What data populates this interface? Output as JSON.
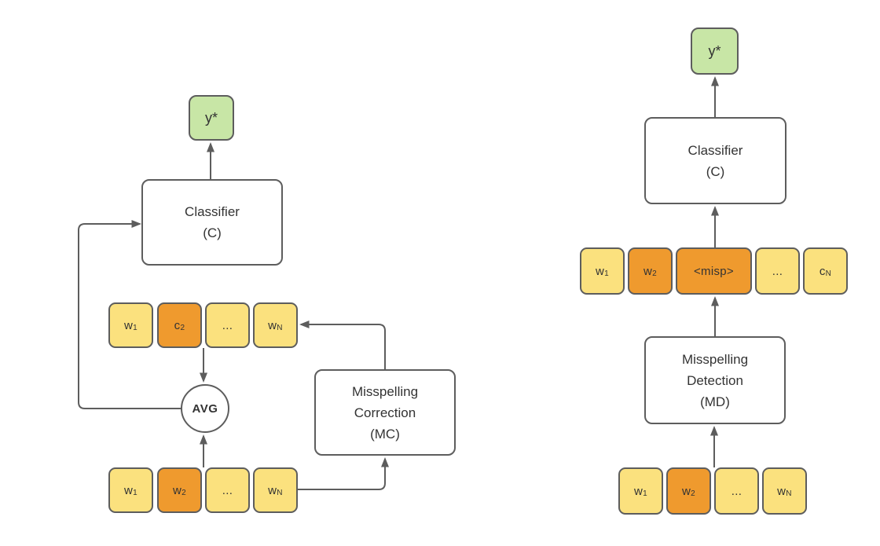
{
  "colors": {
    "token_yellow": "#FBE17E",
    "token_orange": "#EF9A2E",
    "output_green": "#C8E6A6",
    "stroke_gray": "#5D5D5D",
    "text_dark": "#333333",
    "node_white": "#FFFFFF",
    "background": "#FFFFFF"
  },
  "left": {
    "output_label": "y*",
    "classifier_line1": "Classifier",
    "classifier_line2": "(C)",
    "avg_label": "AVG",
    "mc_line1": "Misspelling",
    "mc_line2": "Correction",
    "mc_line3": "(MC)",
    "corrected_row": [
      {
        "base": "w",
        "sub": "1"
      },
      {
        "base": "c",
        "sub": "2"
      },
      {
        "base": "...",
        "sub": ""
      },
      {
        "base": "w",
        "sub": "N"
      }
    ],
    "input_row": [
      {
        "base": "w",
        "sub": "1"
      },
      {
        "base": "w",
        "sub": "2"
      },
      {
        "base": "...",
        "sub": ""
      },
      {
        "base": "w",
        "sub": "N"
      }
    ]
  },
  "right": {
    "output_label": "y*",
    "classifier_line1": "Classifier",
    "classifier_line2": "(C)",
    "md_line1": "Misspelling",
    "md_line2": "Detection",
    "md_line3": "(MD)",
    "detected_row": [
      {
        "base": "w",
        "sub": "1"
      },
      {
        "base": "w",
        "sub": "2"
      },
      {
        "base": "<misp>",
        "sub": ""
      },
      {
        "base": "...",
        "sub": ""
      },
      {
        "base": "c",
        "sub": "N"
      }
    ],
    "input_row": [
      {
        "base": "w",
        "sub": "1"
      },
      {
        "base": "w",
        "sub": "2"
      },
      {
        "base": "...",
        "sub": ""
      },
      {
        "base": "w",
        "sub": "N"
      }
    ]
  }
}
